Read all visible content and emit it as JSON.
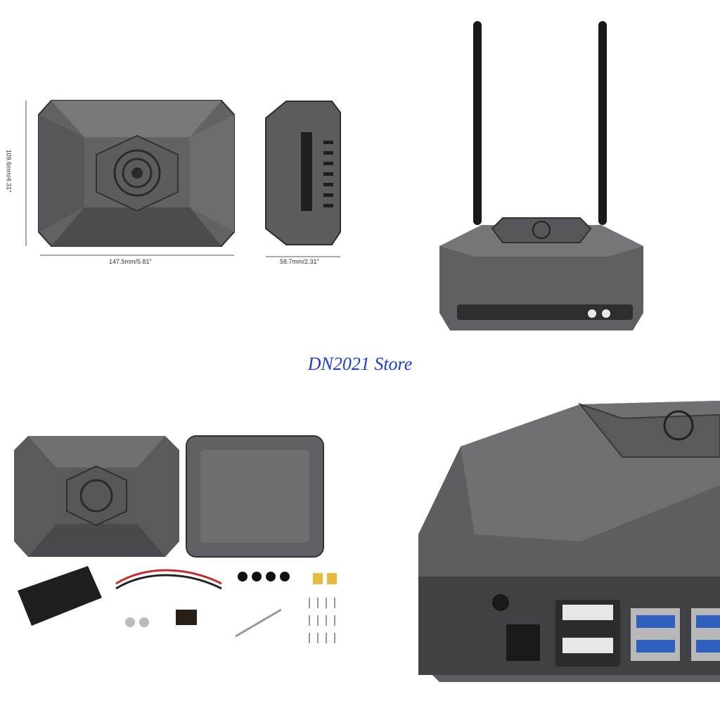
{
  "store": {
    "watermark": "DN2021 Store"
  },
  "dimensions": {
    "height_label": "109.6mm/4.31\"",
    "width_label": "147.5mm/5.81\"",
    "depth_label": "58.7mm/2.31\""
  },
  "colors": {
    "case": "#5b5d60",
    "case_dark": "#3f4144",
    "case_light": "#75777a",
    "usb_blue": "#2f5fbf",
    "watermark": "#1a3fd1"
  }
}
